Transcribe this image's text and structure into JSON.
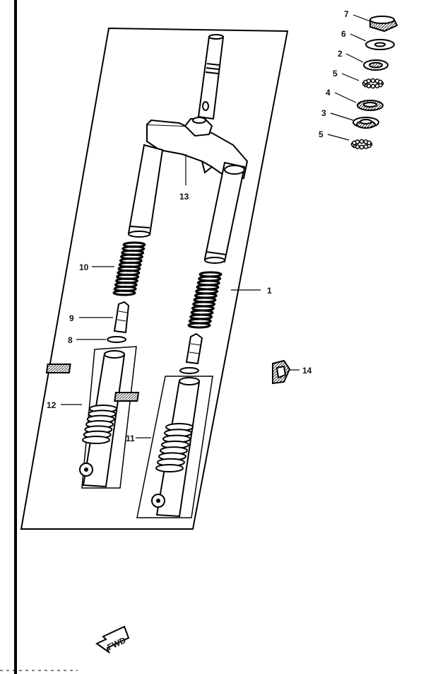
{
  "diagram": {
    "callouts": {
      "c1": "1",
      "c2": "2",
      "c3": "3",
      "c4": "4",
      "c5a": "5",
      "c5b": "5",
      "c6": "6",
      "c7": "7",
      "c8": "8",
      "c9": "9",
      "c10": "10",
      "c11": "11",
      "c12": "12",
      "c13": "13",
      "c14": "14"
    },
    "fwd_arrow_text": "FWD"
  }
}
